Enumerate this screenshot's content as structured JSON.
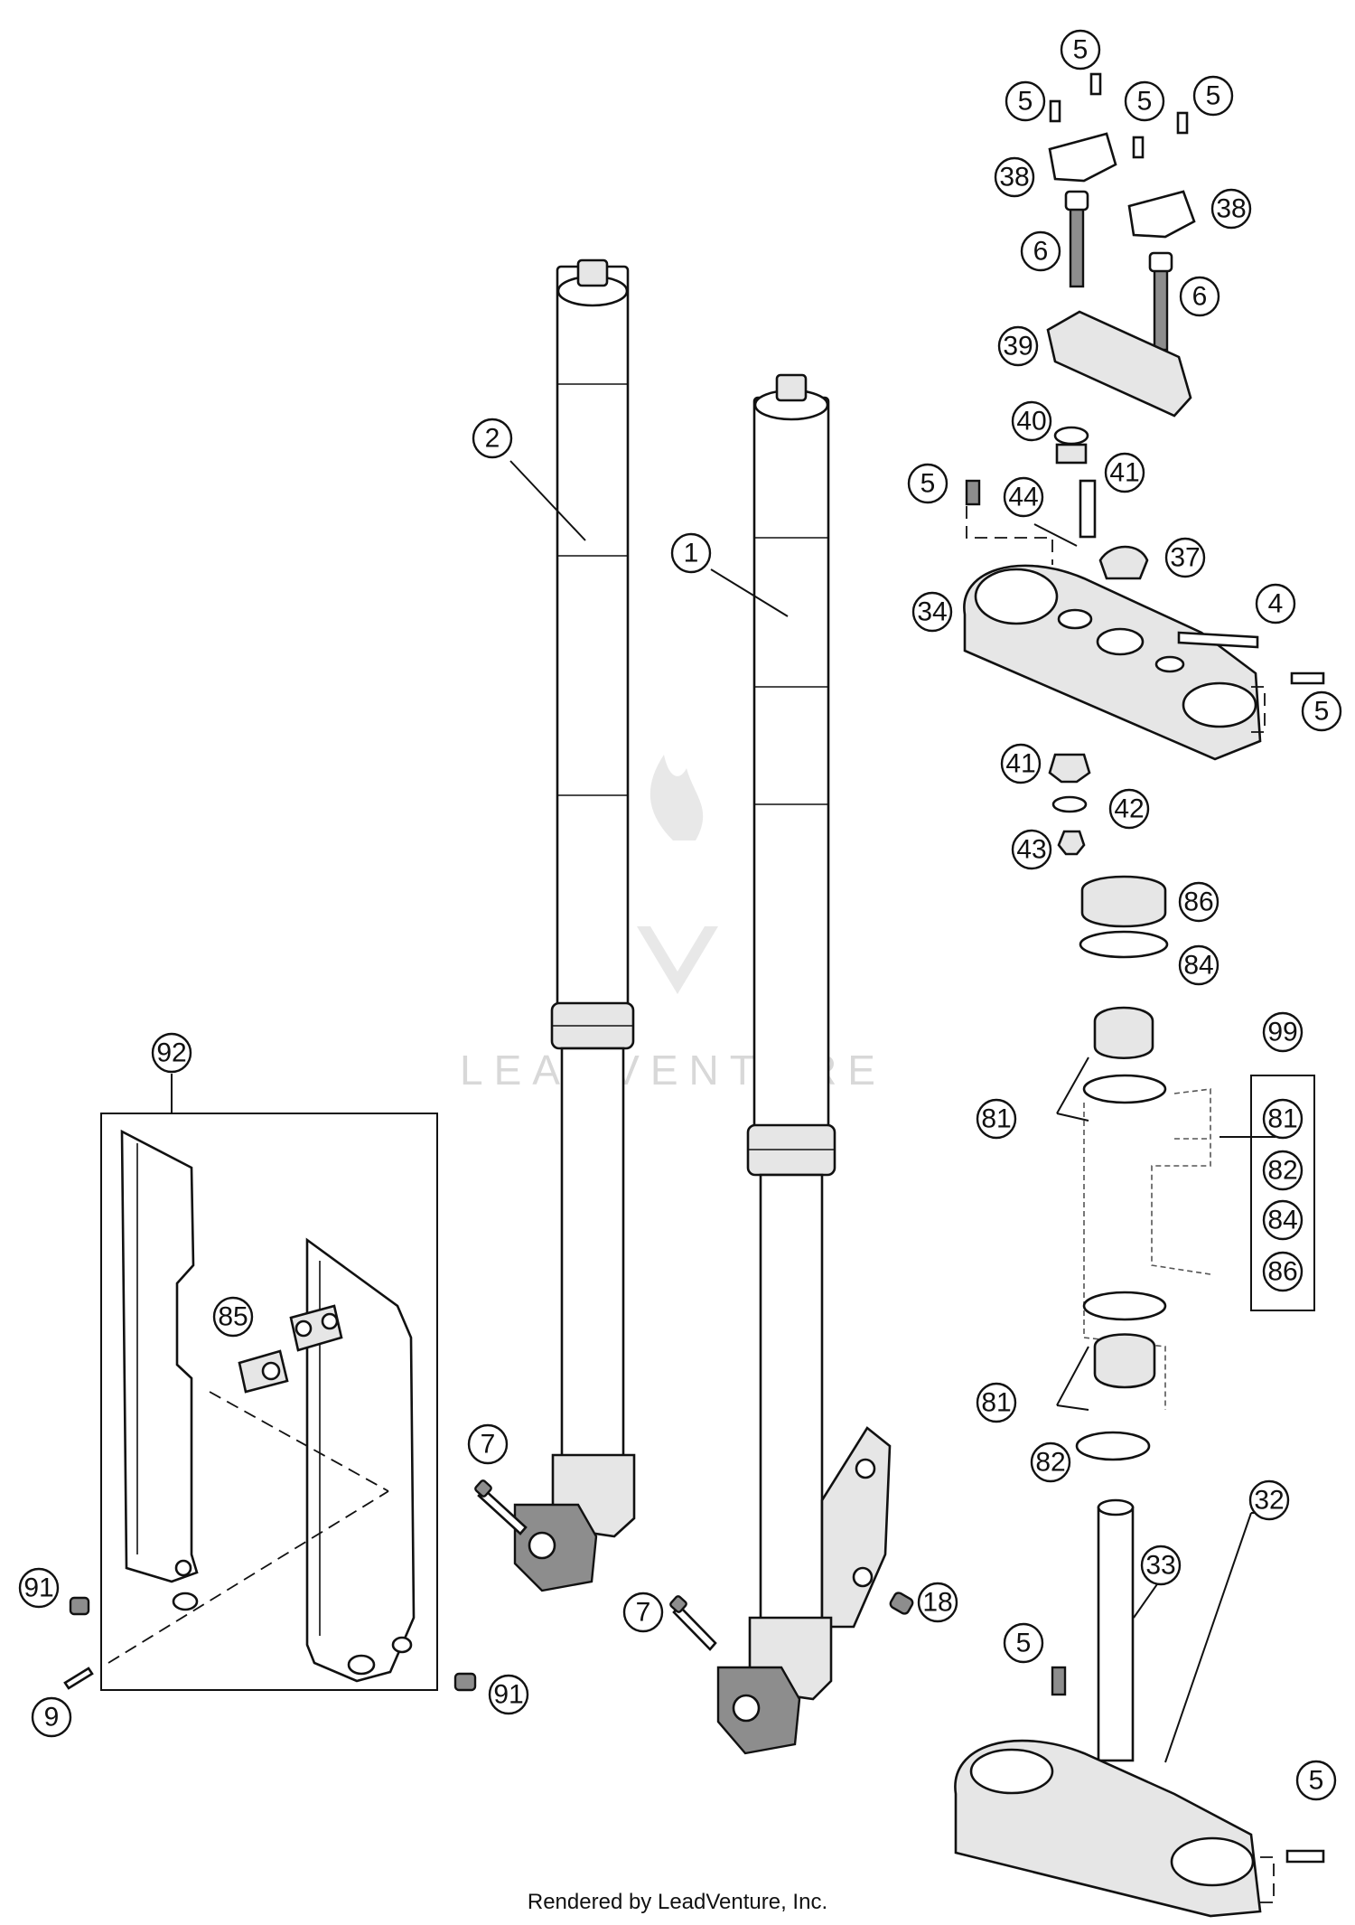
{
  "footer_text": "Rendered by LeadVenture, Inc.",
  "watermark": {
    "text": "LEADVENTURE",
    "icon": "flame-logo-icon"
  },
  "kit_group": {
    "label": "99",
    "items": [
      "81",
      "82",
      "84",
      "86"
    ]
  },
  "callouts": {
    "c5a": "5",
    "c5b": "5",
    "c5c": "5",
    "c5d": "5",
    "c5e": "5",
    "c5f": "5",
    "c5g": "5",
    "c5h": "5",
    "c38a": "38",
    "c38b": "38",
    "c6a": "6",
    "c6b": "6",
    "c39": "39",
    "c40": "40",
    "c41a": "41",
    "c41b": "41",
    "c44": "44",
    "c37": "37",
    "c4": "4",
    "c34": "34",
    "c42": "42",
    "c43": "43",
    "c86": "86",
    "c84": "84",
    "c81a": "81",
    "c81b": "81",
    "c82": "82",
    "c2": "2",
    "c1": "1",
    "c92": "92",
    "c85": "85",
    "c7a": "7",
    "c7b": "7",
    "c18": "18",
    "c91a": "91",
    "c91b": "91",
    "c9": "9",
    "c32": "32",
    "c33": "33"
  }
}
